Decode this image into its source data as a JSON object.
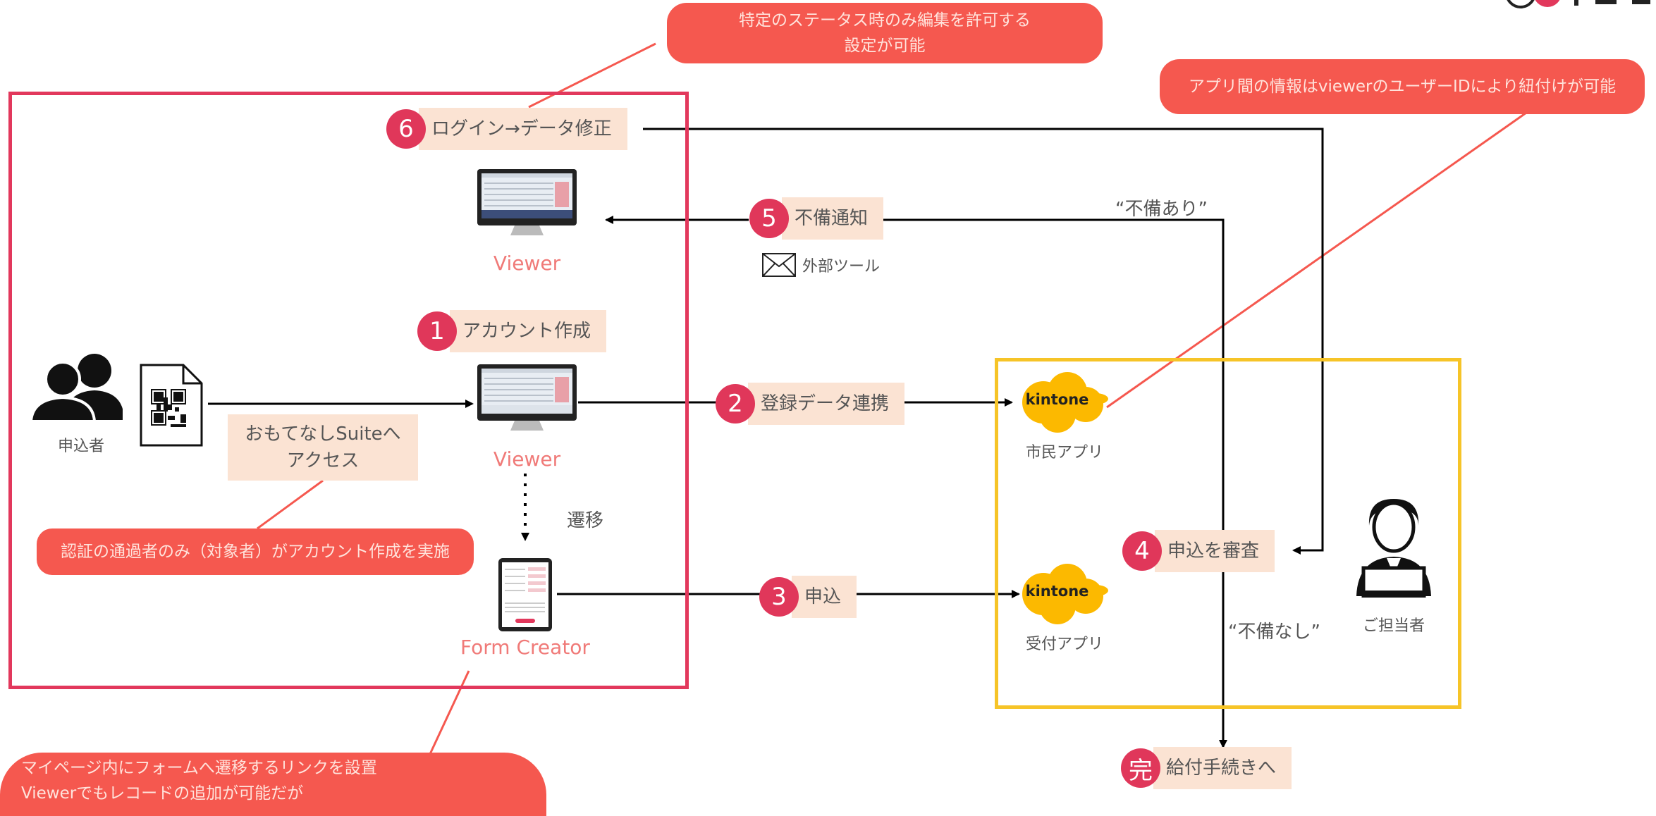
{
  "callouts": {
    "top": "特定のステータス時のみ編集を許可する\n設定が可能",
    "right": "アプリ間の情報はviewerのユーザーIDにより紐付けが可能",
    "auth": "認証の通過者のみ（対象者）がアカウント作成を実施",
    "bottom_line1": "マイページ内にフォームへ遷移するリンクを設置",
    "bottom_line2": "Viewerでもレコードの追加が可能だが"
  },
  "steps": {
    "s1": {
      "num": "1",
      "label": "アカウント作成"
    },
    "s2": {
      "num": "2",
      "label": "登録データ連携"
    },
    "s3": {
      "num": "3",
      "label": "申込"
    },
    "s4": {
      "num": "4",
      "label": "申込を審査"
    },
    "s5": {
      "num": "5",
      "label": "不備通知"
    },
    "s6": {
      "num": "6",
      "label": "ログイン→データ修正"
    },
    "done": {
      "num": "完",
      "label": "給付手続きへ"
    }
  },
  "labels": {
    "applicant": "申込者",
    "access_tag": "おもてなしSuiteへ\nアクセス",
    "viewer_top": "Viewer",
    "viewer_mid": "Viewer",
    "form_creator": "Form Creator",
    "transition": "遷移",
    "external_tool": "外部ツール",
    "citizen_app": "市民アプリ",
    "reception_app": "受付アプリ",
    "staff": "ご担当者",
    "defect_yes": "“不備あり”",
    "defect_no": "“不備なし”",
    "kintone": "kintone"
  },
  "colors": {
    "callout": "#f5584f",
    "step_circle": "#e0375a",
    "step_label_bg": "#fbe3d3",
    "frame_red": "#e2385c",
    "frame_yellow": "#f6c428",
    "kintone": "#fcb900",
    "caption_pink": "#f07a78"
  }
}
